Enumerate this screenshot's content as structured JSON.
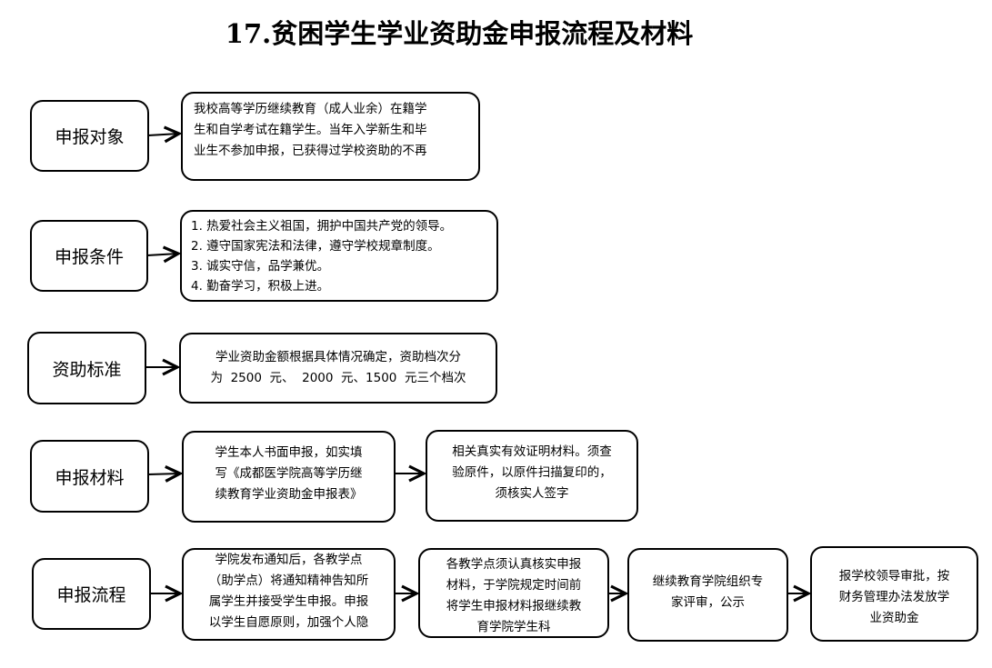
{
  "title": "17.贫困学生学业资助金申报流程及材料",
  "rows": [
    {
      "label": "申报对象",
      "boxes": [
        [
          "我校高等学历继续教育（成人业余）在籍学",
          "生和自学考试在籍学生。当年入学新生和毕",
          "业生不参加申报，已获得过学校资助的不再"
        ]
      ]
    },
    {
      "label": "申报条件",
      "boxes": [
        [
          "1. 热爱社会主义祖国，拥护中国共产党的领导。",
          "2. 遵守国家宪法和法律，遵守学校规章制度。",
          "3. 诚实守信，品学兼优。",
          "4. 勤奋学习，积极上进。"
        ]
      ]
    },
    {
      "label": "资助标准",
      "boxes": [
        [
          "学业资助金额根据具体情况确定，资助档次分",
          "为  2500  元、  2000  元、1500  元三个档次"
        ]
      ]
    },
    {
      "label": "申报材料",
      "boxes": [
        [
          "学生本人书面申报，如实填",
          "写《成都医学院高等学历继",
          "续教育学业资助金申报表》"
        ],
        [
          "相关真实有效证明材料。须查",
          "验原件，以原件扫描复印的，",
          "须核实人签字"
        ]
      ]
    },
    {
      "label": "申报流程",
      "boxes": [
        [
          "学院发布通知后，各教学点",
          "（助学点）将通知精神告知所",
          "属学生并接受学生申报。申报",
          "以学生自愿原则，加强个人隐"
        ],
        [
          "各教学点须认真核实申报",
          "材料，于学院规定时间前",
          "将学生申报材料报继续教",
          "育学院学生科"
        ],
        [
          "继续教育学院组织专",
          "家评审，公示"
        ],
        [
          "报学校领导审批，按",
          "财务管理办法发放学",
          "业资助金"
        ]
      ]
    }
  ]
}
